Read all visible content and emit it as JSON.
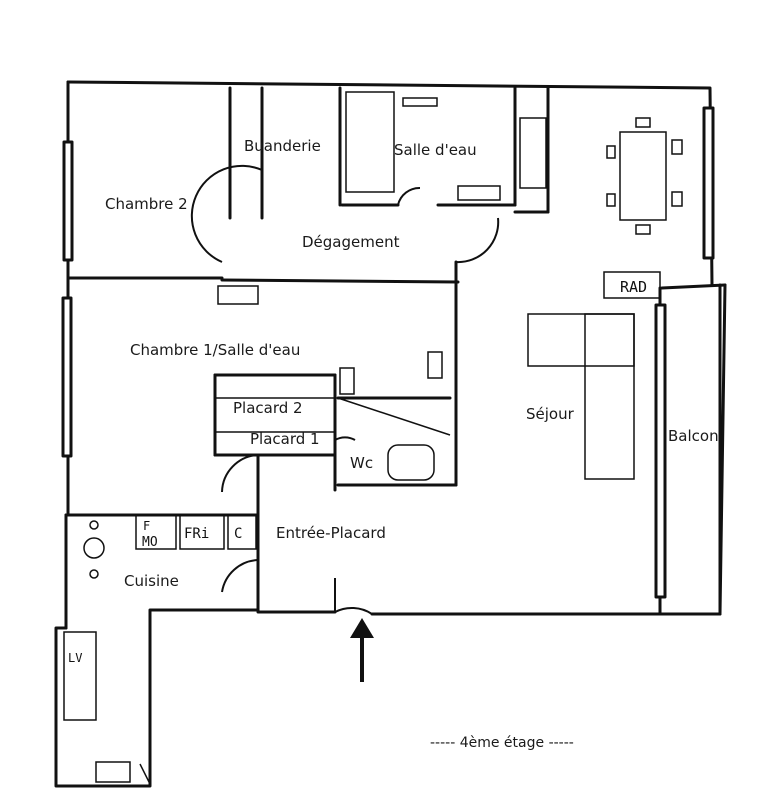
{
  "rooms": {
    "chambre2": "Chambre 2",
    "buanderie": "Buanderie",
    "salle_eau": "Salle d'eau",
    "degagement": "Dégagement",
    "chambre1": "Chambre 1/Salle d'eau",
    "placard2": "Placard 2",
    "placard1": "Placard 1",
    "wc": "Wc",
    "sejour": "Séjour",
    "balcon": "Balcon",
    "entree": "Entrée-Placard",
    "cuisine": "Cuisine"
  },
  "fixtures": {
    "rad": "RAD",
    "mo": "MO",
    "f": "F",
    "fri": "FRi",
    "c": "C",
    "lv": "LV"
  },
  "floor_label": "----- 4ème étage -----",
  "icons": [
    "entrance-arrow-icon",
    "table-icon",
    "chair-icon",
    "sink-icon",
    "toilet-icon",
    "hob-icon"
  ]
}
